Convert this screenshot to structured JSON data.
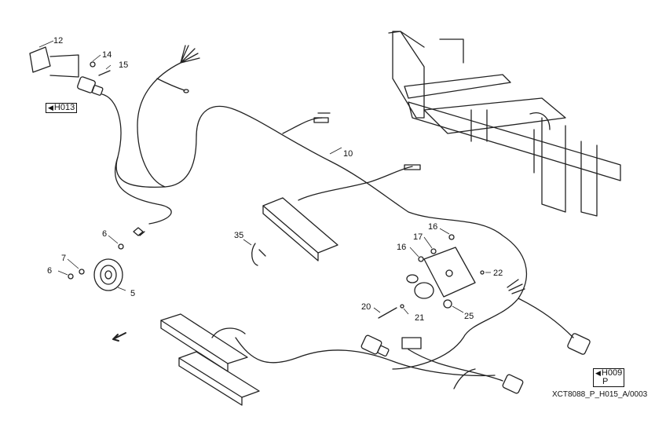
{
  "diagram": {
    "drawing_code": "XCT8088_P_H015_A/0003",
    "ref_h013": "H013",
    "ref_h009_line1": "H009",
    "ref_h009_line2": "P",
    "callouts": {
      "c12": "12",
      "c14": "14",
      "c15": "15",
      "c10": "10",
      "c6a": "6",
      "c6b": "6",
      "c7": "7",
      "c5": "5",
      "c35": "35",
      "c16a": "16",
      "c16b": "16",
      "c17": "17",
      "c22": "22",
      "c20": "20",
      "c21": "21",
      "c25": "25"
    }
  }
}
